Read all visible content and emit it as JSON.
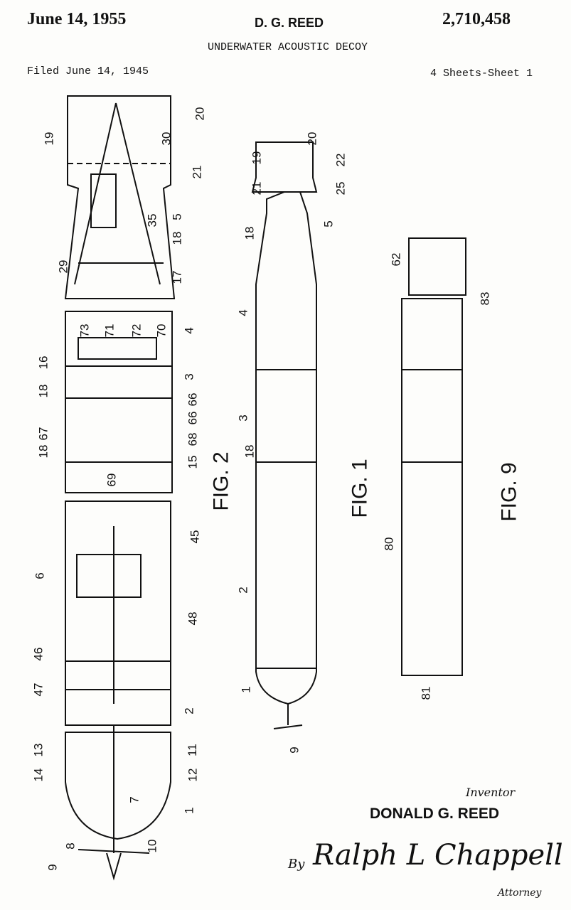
{
  "header": {
    "date": "June 14, 1955",
    "inventor_short": "D. G. REED",
    "patent_no": "2,710,458",
    "title": "UNDERWATER ACOUSTIC DECOY",
    "filed": "Filed June 14, 1945",
    "sheets": "4 Sheets-Sheet 1"
  },
  "figures": {
    "fig2": "FIG. 2",
    "fig1": "FIG. 1",
    "fig9": "FIG. 9"
  },
  "refs_fig2": [
    "20",
    "19",
    "30",
    "21",
    "35",
    "5",
    "18",
    "29",
    "17",
    "73",
    "71",
    "72",
    "70",
    "4",
    "16",
    "18",
    "3",
    "66",
    "67",
    "66",
    "68",
    "18",
    "15",
    "69",
    "45",
    "6",
    "48",
    "46",
    "47",
    "2",
    "13",
    "11",
    "14",
    "12",
    "7",
    "1",
    "8",
    "10",
    "9"
  ],
  "refs_fig1": [
    "20",
    "19",
    "22",
    "21",
    "25",
    "18",
    "5",
    "4",
    "3",
    "18",
    "2",
    "1",
    "9"
  ],
  "refs_fig9": [
    "62",
    "83",
    "80",
    "81"
  ],
  "signature": {
    "inventor_label": "Inventor",
    "inventor_name": "DONALD G. REED",
    "by": "By",
    "signer": "Ralph L Chappell",
    "attorney_label": "Attorney"
  }
}
